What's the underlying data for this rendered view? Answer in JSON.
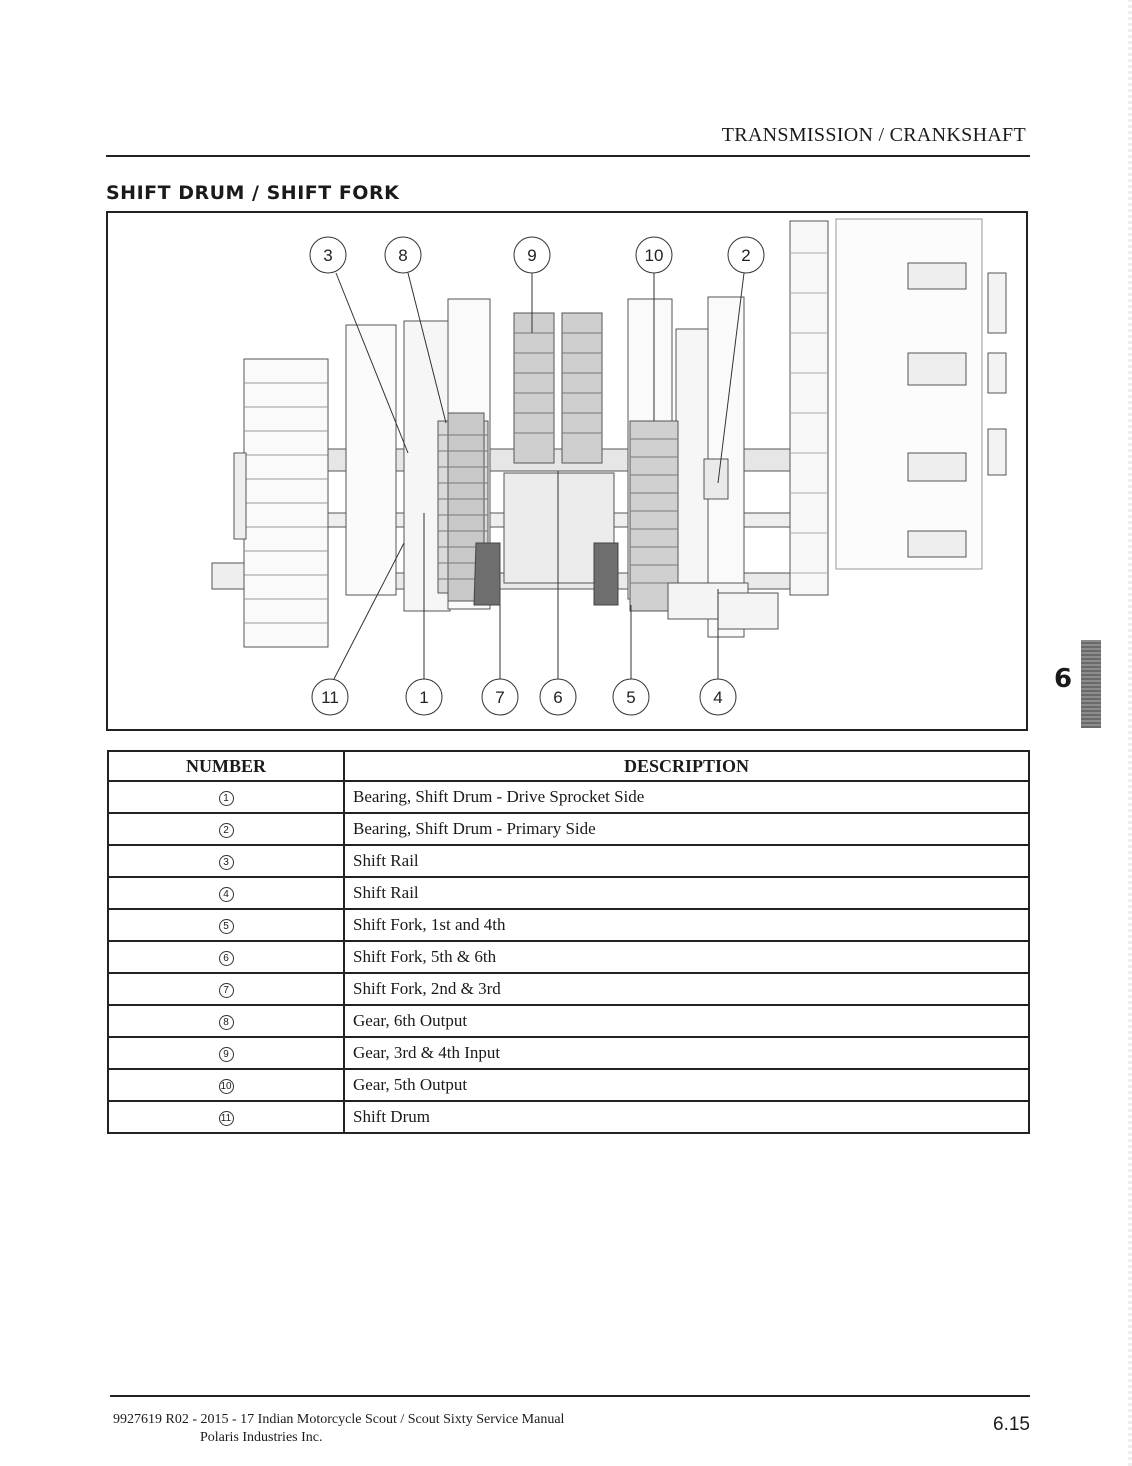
{
  "header": {
    "title": "TRANSMISSION / CRANKSHAFT"
  },
  "section": {
    "title": "SHIFT DRUM / SHIFT FORK"
  },
  "figure": {
    "callouts_top": [
      "3",
      "8",
      "9",
      "10",
      "2"
    ],
    "callouts_bottom": [
      "11",
      "1",
      "7",
      "6",
      "5",
      "4"
    ]
  },
  "table": {
    "headers": {
      "number": "NUMBER",
      "description": "DESCRIPTION"
    },
    "rows": [
      {
        "number": "1",
        "description": "Bearing, Shift Drum - Drive Sprocket Side"
      },
      {
        "number": "2",
        "description": "Bearing, Shift Drum - Primary Side"
      },
      {
        "number": "3",
        "description": "Shift Rail"
      },
      {
        "number": "4",
        "description": "Shift Rail"
      },
      {
        "number": "5",
        "description": "Shift Fork, 1st and 4th"
      },
      {
        "number": "6",
        "description": "Shift Fork, 5th & 6th"
      },
      {
        "number": "7",
        "description": "Shift Fork, 2nd & 3rd"
      },
      {
        "number": "8",
        "description": "Gear, 6th Output"
      },
      {
        "number": "9",
        "description": "Gear, 3rd & 4th Input"
      },
      {
        "number": "10",
        "description": "Gear, 5th Output"
      },
      {
        "number": "11",
        "description": "Shift Drum"
      }
    ]
  },
  "chapter_tab": {
    "number": "6"
  },
  "footer": {
    "line1": "9927619 R02 - 2015 - 17 Indian Motorcycle Scout / Scout Sixty Service Manual",
    "line2": "Polaris Industries Inc.",
    "page": "6.15"
  }
}
